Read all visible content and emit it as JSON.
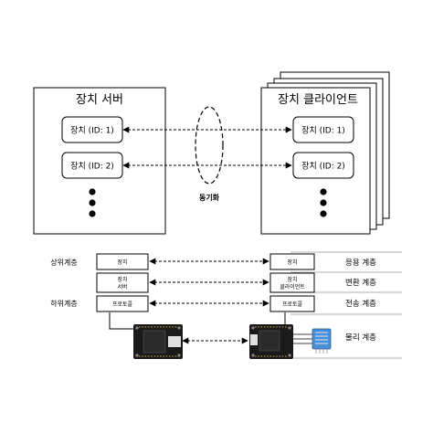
{
  "top": {
    "server_title": "장치 서버",
    "client_title": "장치 클라이언트",
    "server_devices": [
      "장치 (ID: 1)",
      "장치 (ID: 2)"
    ],
    "client_devices": [
      "장치 (ID: 1)",
      "장치 (ID: 2)"
    ],
    "sync_label": "동기화"
  },
  "bottom": {
    "left_labels": [
      "상위계층",
      "하위계층"
    ],
    "left_stack": [
      [
        "장치"
      ],
      [
        "장치",
        "서버"
      ],
      [
        "프로토콜"
      ]
    ],
    "right_stack": [
      [
        "장치"
      ],
      [
        "장치",
        "클라이언트"
      ],
      [
        "프로토콜"
      ]
    ],
    "layer_names": [
      "응용 계층",
      "변환 계층",
      "전송 계층",
      "물리 계층"
    ]
  },
  "colors": {
    "line": "#000000",
    "divider": "#b0b0b0",
    "board": "#1a1a1a",
    "chip": "#2b2b2b",
    "sensor": "#4a8fd6"
  }
}
